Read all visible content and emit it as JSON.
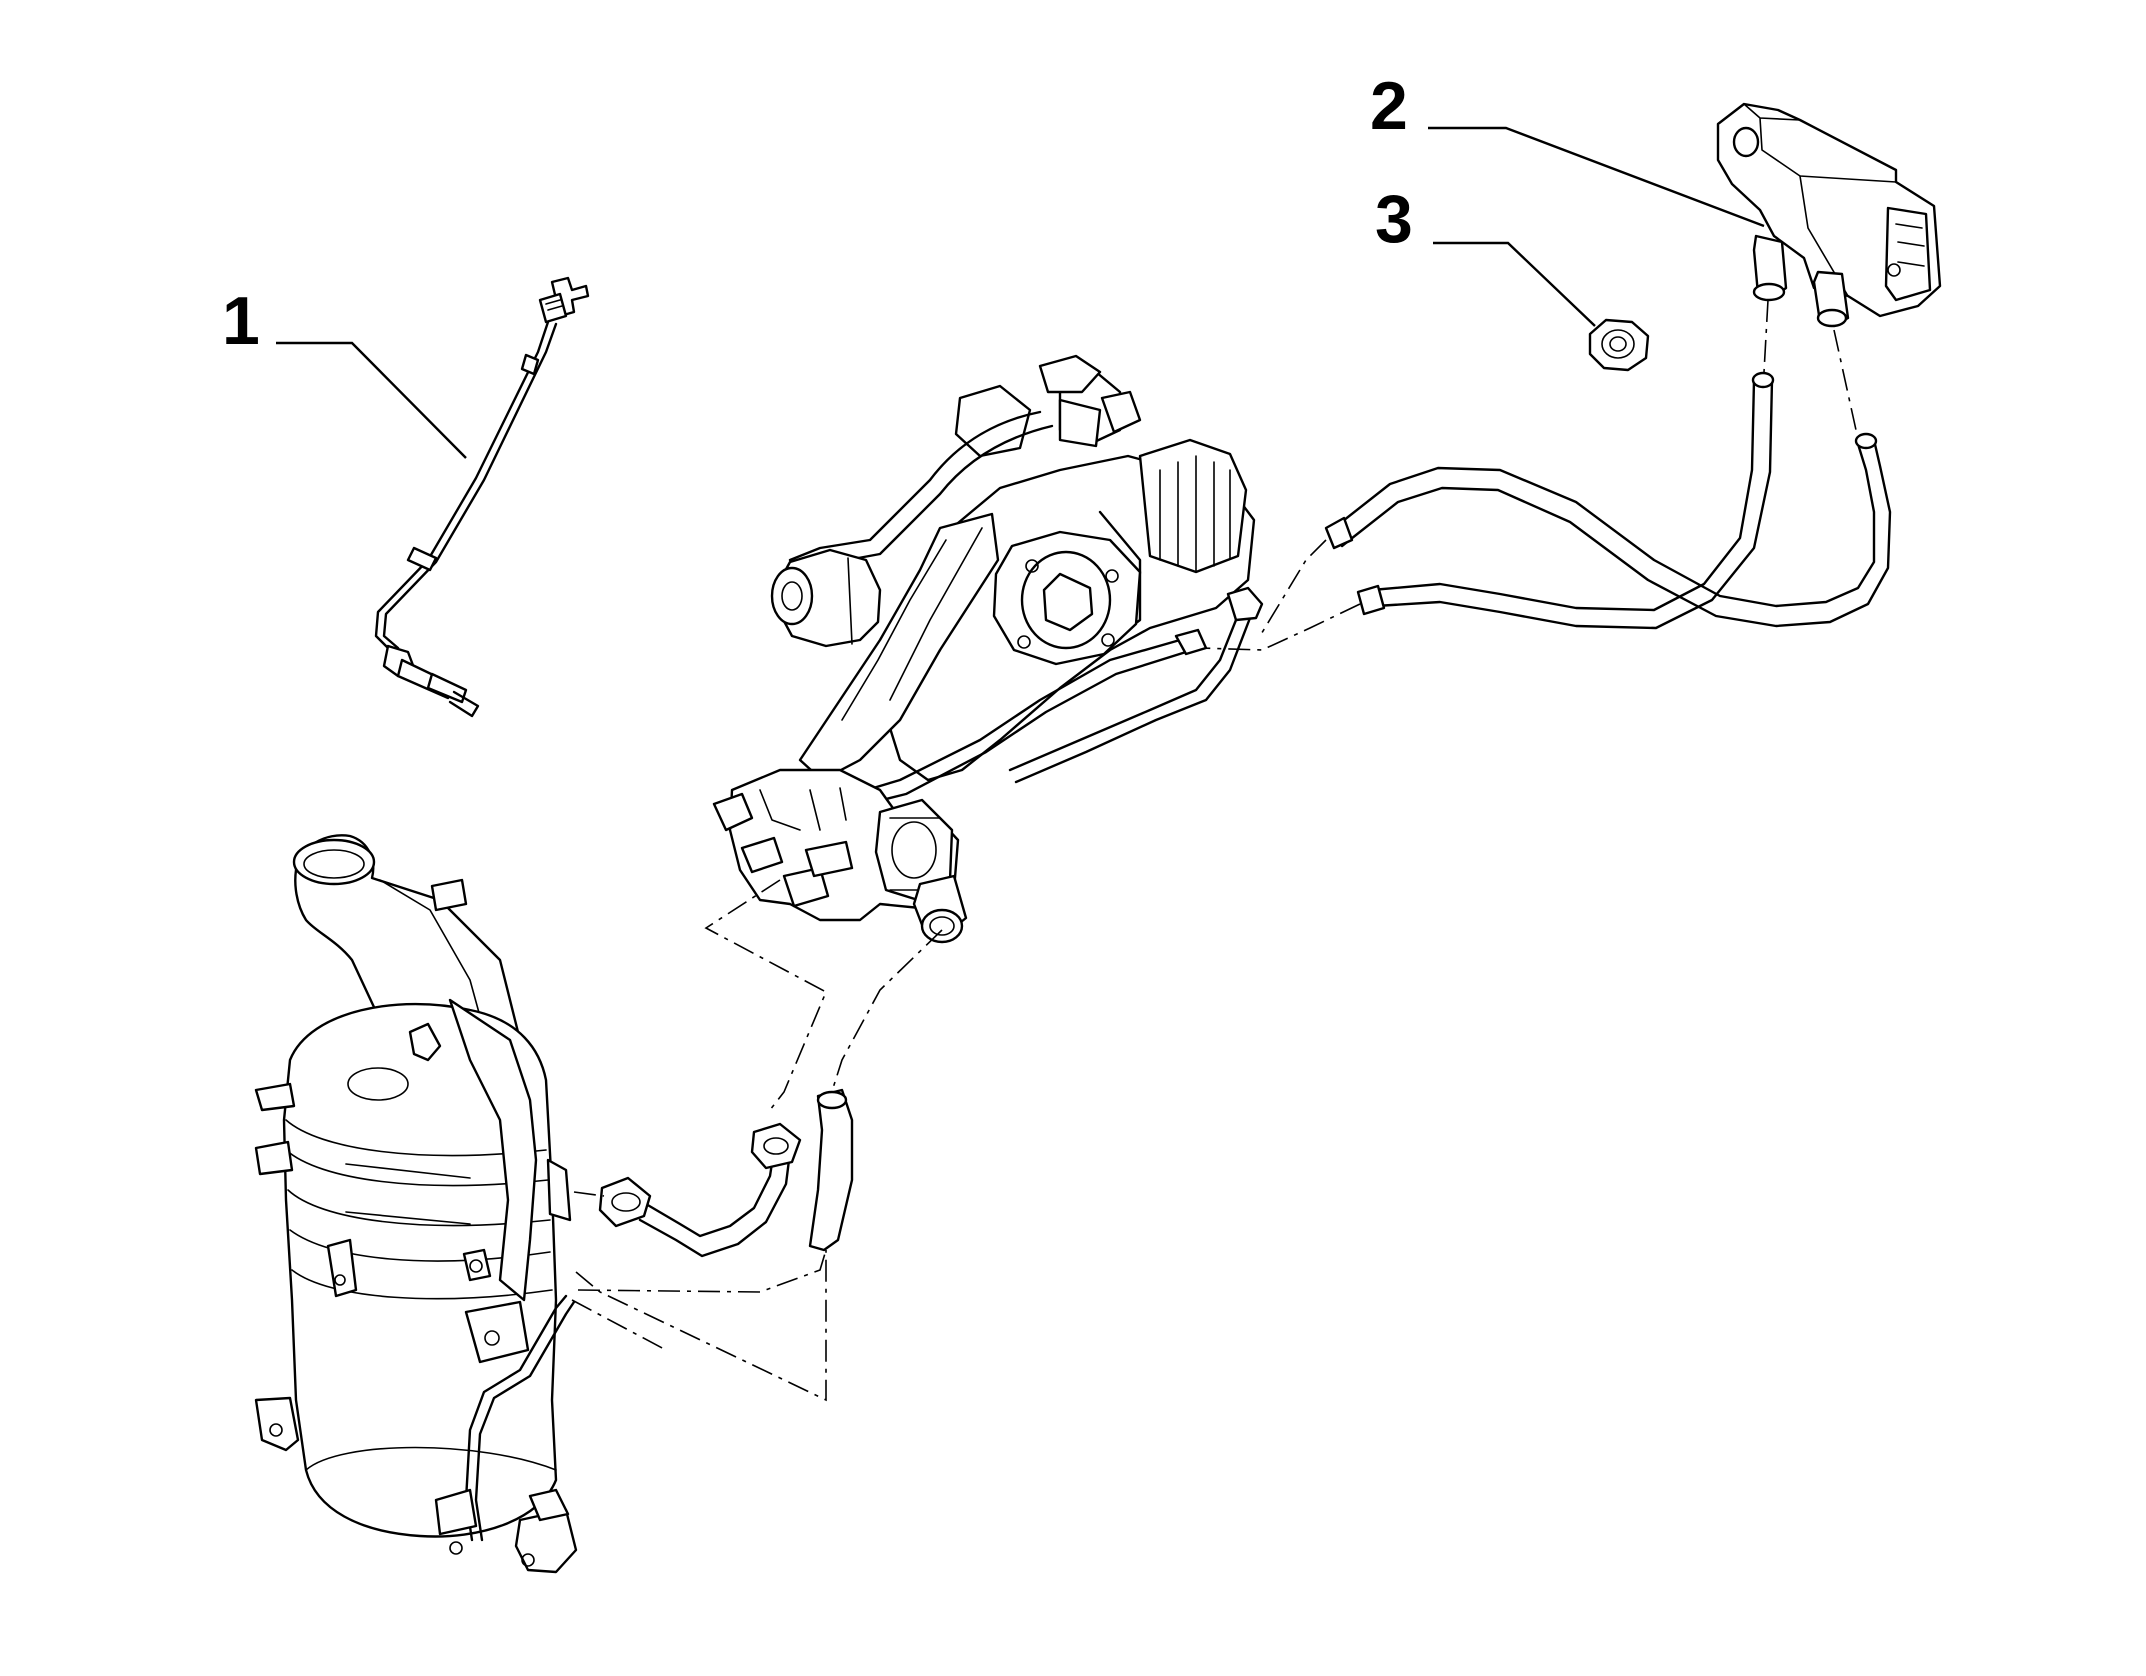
{
  "callouts": [
    {
      "id": "1",
      "label": "1"
    },
    {
      "id": "2",
      "label": "2"
    },
    {
      "id": "3",
      "label": "3"
    }
  ],
  "parts": {
    "p1": {
      "icon": "temperature-sensor-icon"
    },
    "p2": {
      "icon": "pressure-sensor-icon"
    },
    "p3": {
      "icon": "nut-icon"
    }
  }
}
